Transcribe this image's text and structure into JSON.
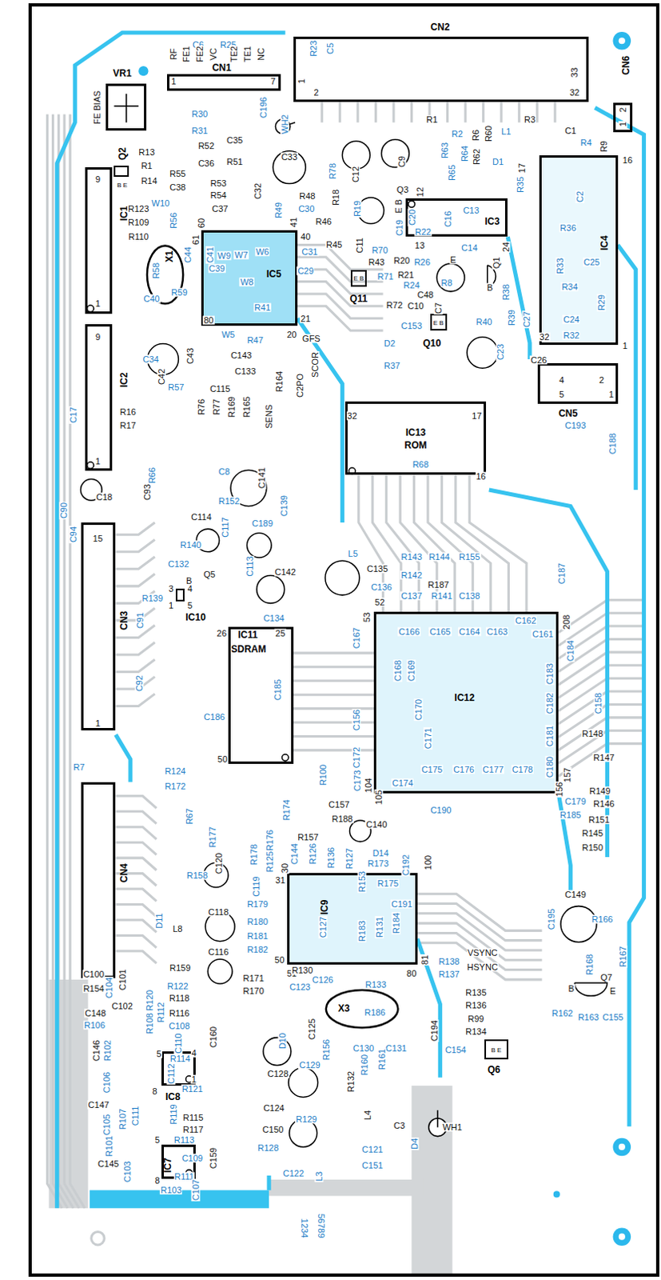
{
  "diagram": {
    "nodes": [
      {
        "text": [
          "CN2"
        ]
      },
      {
        "text": [
          "CN1"
        ]
      },
      {
        "text": [
          "IC1"
        ]
      },
      {
        "text": [
          "IC2"
        ]
      },
      {
        "text": [
          "IC5"
        ]
      },
      {
        "text": [
          "IC3"
        ]
      },
      {
        "text": [
          "IC4"
        ]
      },
      {
        "text": [
          "IC13",
          "ROM"
        ]
      },
      {
        "text": [
          "CN5"
        ]
      },
      {
        "text": [
          "CN6"
        ]
      },
      {
        "text": [
          "CN3"
        ]
      },
      {
        "text": [
          "IC11",
          "SDRAM"
        ]
      },
      {
        "text": [
          "IC12"
        ]
      },
      {
        "text": [
          "CN4"
        ]
      },
      {
        "text": [
          "IC9"
        ]
      },
      {
        "text": [
          "IC8"
        ]
      },
      {
        "text": [
          "IC7"
        ]
      },
      {
        "text": [
          "IC10"
        ]
      },
      {
        "text": [
          "X1"
        ]
      },
      {
        "text": [
          "X3"
        ]
      },
      {
        "text": [
          "VR1"
        ]
      },
      {
        "text": [
          "Q2",
          "B E"
        ]
      },
      {
        "text": [
          "E B",
          "Q11"
        ]
      },
      {
        "text": [
          "E B",
          "Q10"
        ]
      },
      {
        "text": [
          "B E",
          "Q6"
        ]
      }
    ],
    "labels": [
      "C6",
      "R25",
      "R23",
      "C5",
      "RF",
      "FE1",
      "FE2",
      "VC",
      "TE2",
      "TE1",
      "NC",
      "1",
      "7",
      "1",
      "2",
      "32",
      "33",
      "2",
      "1",
      "FE BIAS",
      "C196",
      "WH2",
      "R30",
      "R31",
      "R52",
      "C35",
      "C36",
      "R51",
      "C33",
      "C32",
      "R13",
      "R1",
      "R14",
      "R55",
      "C38",
      "R53",
      "R54",
      "C37",
      "R123",
      "W10",
      "R109",
      "R56",
      "R110",
      "60",
      "61",
      "R58",
      "C44",
      "C41",
      "C39",
      "W9",
      "W7",
      "W6",
      "C31",
      "C29",
      "W8",
      "R41",
      "R59",
      "C40",
      "80",
      "21",
      "W5",
      "R47",
      "20",
      "GFS",
      "40",
      "41",
      "C30",
      "R49",
      "R48",
      "R46",
      "R45",
      "C34",
      "C43",
      "C42",
      "R57",
      "C143",
      "C133",
      "C115",
      "R164",
      "C2PO",
      "SCOR",
      "R76",
      "R77",
      "R169",
      "R165",
      "SENS",
      "C17",
      "R16",
      "R17",
      "R66",
      "9",
      "1",
      "9",
      "1",
      "C18",
      "C90",
      "C93",
      "C94",
      "15",
      "1",
      "C8",
      "R152",
      "C141",
      "C139",
      "C189",
      "C114",
      "C117",
      "R140",
      "C113",
      "C132",
      "B",
      "Q5",
      "R139",
      "3",
      "4",
      "1",
      "5",
      "C91",
      "C92",
      "R7",
      "C142",
      "C134",
      "26",
      "25",
      "C185",
      "C186",
      "50",
      "L5",
      "C135",
      "C136",
      "52",
      "53",
      "R143",
      "R144",
      "R155",
      "R142",
      "R187",
      "C137",
      "R141",
      "C138",
      "C187",
      "C167",
      "C166",
      "C165",
      "C164",
      "C163",
      "C162",
      "C161",
      "208",
      "C184",
      "C168",
      "C169",
      "C170",
      "C171",
      "C183",
      "C182",
      "C181",
      "C180",
      "C156",
      "C172",
      "C173",
      "C175",
      "C176",
      "C177",
      "C178",
      "C174",
      "104",
      "105",
      "156",
      "157",
      "C190",
      "C158",
      "R148",
      "R147",
      "C179",
      "R149",
      "R146",
      "R185",
      "R151",
      "R145",
      "R150",
      "R124",
      "R172",
      "R67",
      "R100",
      "R174",
      "C157",
      "R188",
      "C140",
      "D14",
      "C192",
      "R177",
      "R176",
      "R178",
      "R157",
      "R125",
      "30",
      "31",
      "C144",
      "R126",
      "R136",
      "R127",
      "R173",
      "R153",
      "R175",
      "100",
      "C191",
      "C120",
      "R158",
      "C119",
      "C118",
      "R179",
      "R180",
      "R181",
      "R182",
      "D11",
      "L8",
      "C116",
      "R159",
      "C127",
      "R183",
      "R131",
      "R184",
      "51",
      "50",
      "81",
      "80",
      "C126",
      "R133",
      "R138",
      "R137",
      "VSYNC",
      "HSYNC",
      "C195",
      "C149",
      "R166",
      "R167",
      "R168",
      "Q7",
      "B",
      "E",
      "R162",
      "R163",
      "C155",
      "R135",
      "R136",
      "R99",
      "R134",
      "R186",
      "C130",
      "C131",
      "C194",
      "C154",
      "R171",
      "R130",
      "R170",
      "C123",
      "C100",
      "C104",
      "C101",
      "R154",
      "R120",
      "R122",
      "R118",
      "R112",
      "R116",
      "C148",
      "C102",
      "R106",
      "R108",
      "C108",
      "C110",
      "R114",
      "C112",
      "C160",
      "R102",
      "C146",
      "C106",
      "R121",
      "5",
      "4",
      "1",
      "8",
      "C147",
      "C105",
      "R107",
      "C111",
      "R101",
      "R119",
      "R115",
      "R117",
      "R113",
      "C109",
      "R111",
      "C159",
      "C145",
      "C103",
      "R103",
      "C107",
      "5",
      "8",
      "R156",
      "R160",
      "R161",
      "R132",
      "C125",
      "D10",
      "C129",
      "C128",
      "C124",
      "R129",
      "L4",
      "C150",
      "R128",
      "C3",
      "D4",
      "C121",
      "C151",
      "C122",
      "L3",
      "WH1",
      "1234",
      "56789",
      "R3",
      "C1",
      "R1",
      "R2",
      "R6",
      "R60",
      "L1",
      "R4",
      "R9",
      "16",
      "R62",
      "R63",
      "R64",
      "R65",
      "D1",
      "17",
      "R35",
      "C2",
      "C9",
      "R78",
      "C12",
      "R18",
      "R19",
      "C11",
      "Q3",
      "E B",
      "C19",
      "C20",
      "12",
      "R22",
      "C16",
      "C13",
      "C14",
      "13",
      "24",
      "R70",
      "R20",
      "R43",
      "R21",
      "R26",
      "R71",
      "R24",
      "C48",
      "R8",
      "E",
      "B",
      "Q1",
      "C7",
      "R72",
      "C10",
      "R38",
      "R36",
      "C25",
      "R33",
      "R34",
      "R29",
      "C24",
      "R32",
      "32",
      "1",
      "R40",
      "R39",
      "C27",
      "C153",
      "D2",
      "R37",
      "C23",
      "C26",
      "4",
      "2",
      "5",
      "1",
      "C193",
      "C188",
      "32",
      "17",
      "16",
      "R68"
    ]
  }
}
